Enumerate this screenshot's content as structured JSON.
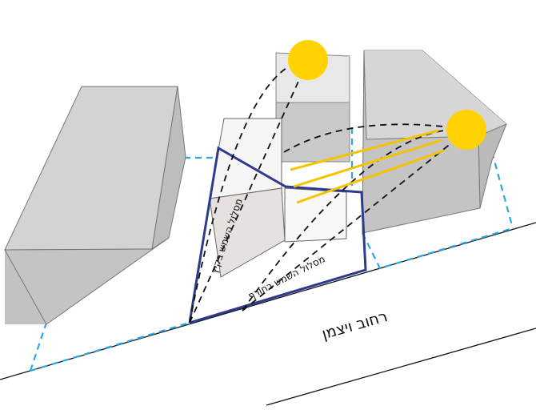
{
  "labels": {
    "street": "רחוב ויצמן",
    "summer_path": "מסלול השמש בקיץ",
    "winter_path": "מסלול השמש בחורף"
  },
  "colors": {
    "sun": "#FFD200",
    "sun_rays": "#F5C400",
    "site_boundary": "#2E3A8C",
    "setback_dashes": "#2AA6E0",
    "sun_path_dashes": "#111111",
    "building_top": "#EEEEEE",
    "building_side": "#D2D2D2",
    "building_front": "#BDBDBD"
  },
  "icons": [
    "sun-icon",
    "sun-icon"
  ]
}
